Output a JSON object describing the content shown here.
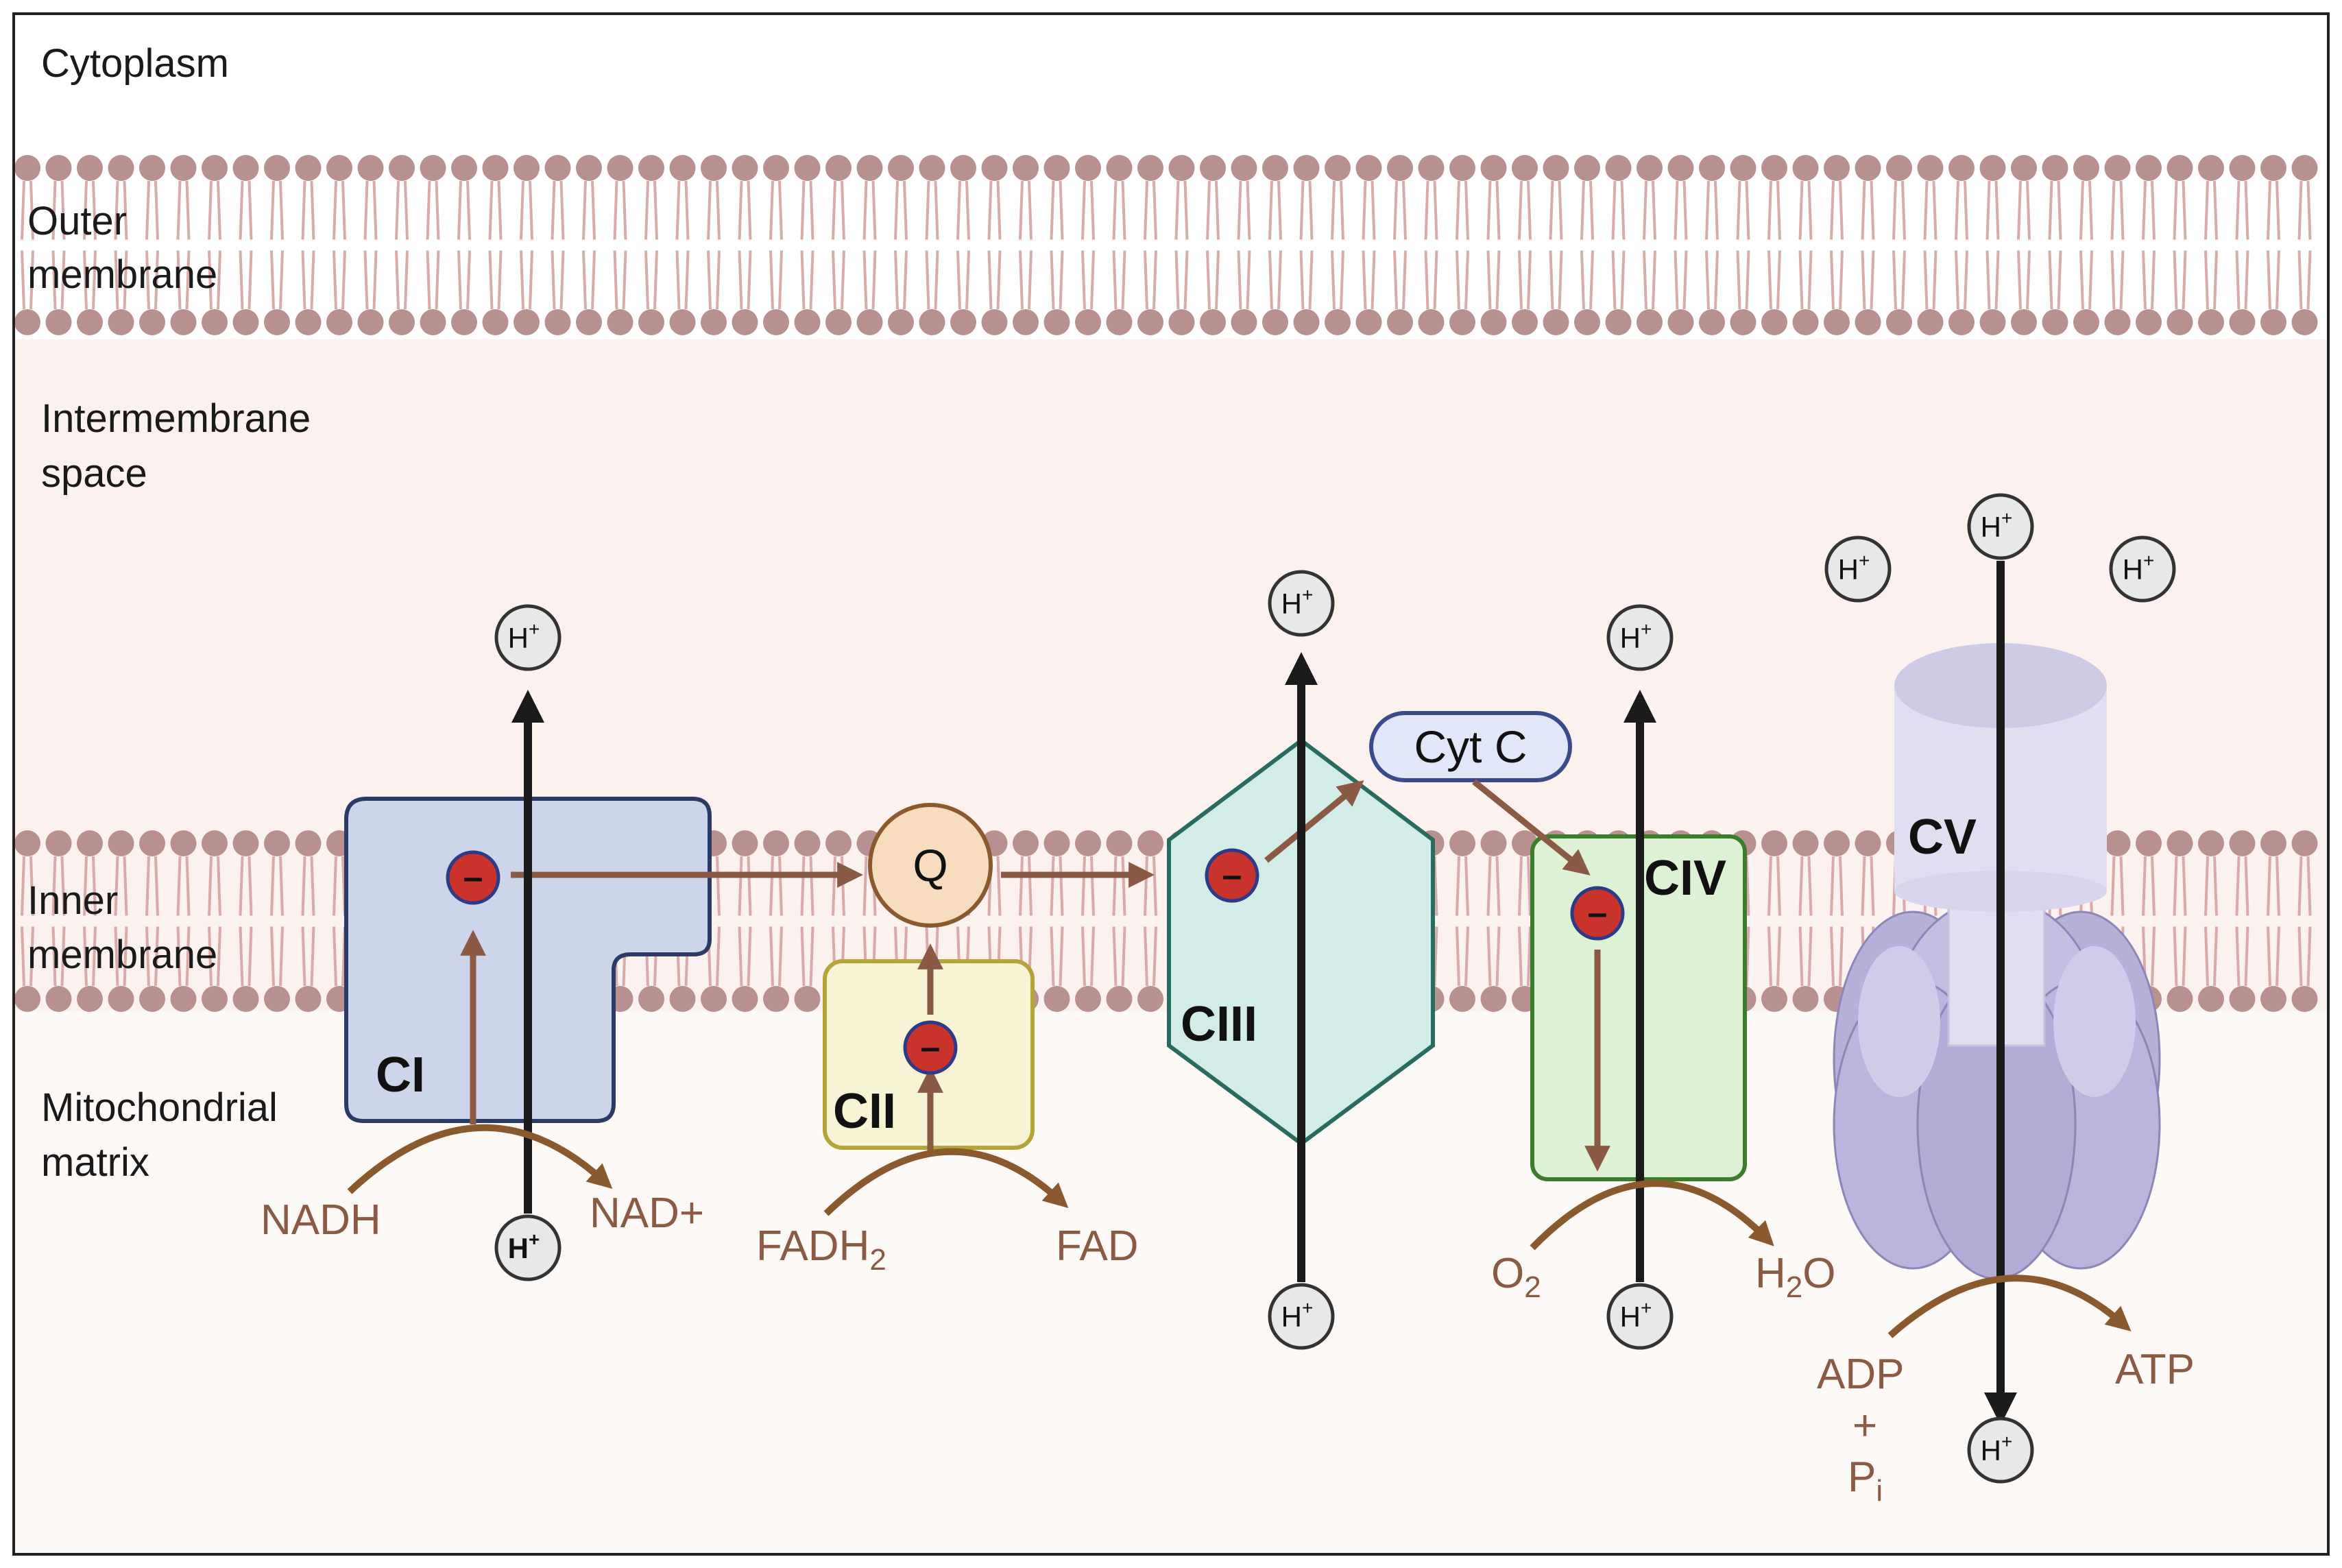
{
  "regions": {
    "cytoplasm": "Cytoplasm",
    "outer_membrane_1": "Outer",
    "outer_membrane_2": "membrane",
    "intermembrane_1": "Intermembrane",
    "intermembrane_2": "space",
    "inner_membrane_1": "Inner",
    "inner_membrane_2": "membrane",
    "matrix_1": "Mitochondrial",
    "matrix_2": "matrix"
  },
  "complexes": {
    "ci": "CI",
    "cii": "CII",
    "ciii": "CIII",
    "civ": "CIV",
    "cv": "CV"
  },
  "carriers": {
    "q": "Q",
    "cyt_c": "Cyt C"
  },
  "electron": {
    "symbol": "–"
  },
  "proton": {
    "base": "H",
    "sup": "+"
  },
  "chemicals": {
    "nadh": "NADH",
    "nad": "NAD+",
    "fadh2_base": "FADH",
    "fadh2_sub": "2",
    "fad": "FAD",
    "o2_base": "O",
    "o2_sub": "2",
    "h2o_h": "H",
    "h2o_sub": "2",
    "h2o_o": "O",
    "adp": "ADP",
    "plus": "+",
    "pi_base": "P",
    "pi_sub": "i",
    "atp": "ATP"
  },
  "colors": {
    "membrane_head": "#b89090",
    "membrane_tail": "#d9aaaa",
    "intermembrane_bg": "#fbf1ee",
    "matrix_bg": "#fdf9f7",
    "ci_fill": "#cdd5ea",
    "ci_stroke": "#2c3a66",
    "cii_fill": "#f6f4d4",
    "cii_stroke": "#b5a33c",
    "ciii_fill": "#d2ede8",
    "ciii_stroke": "#2a6b60",
    "civ_fill": "#ddf2d4",
    "civ_stroke": "#3c7d2c",
    "cv_head": "#b7b0d8",
    "cv_stalk": "#e0def0",
    "q_fill": "#f7dcbd",
    "q_stroke": "#8a5a2e",
    "cytc_fill": "#e1e7f8",
    "cytc_stroke": "#3a4a8a",
    "electron_fill": "#c8332b",
    "electron_stroke": "#2c3a88",
    "electron_path": "#8a5a44",
    "reaction_arrow": "#8a5a2e",
    "proton_arrow": "#1b1b1b"
  }
}
